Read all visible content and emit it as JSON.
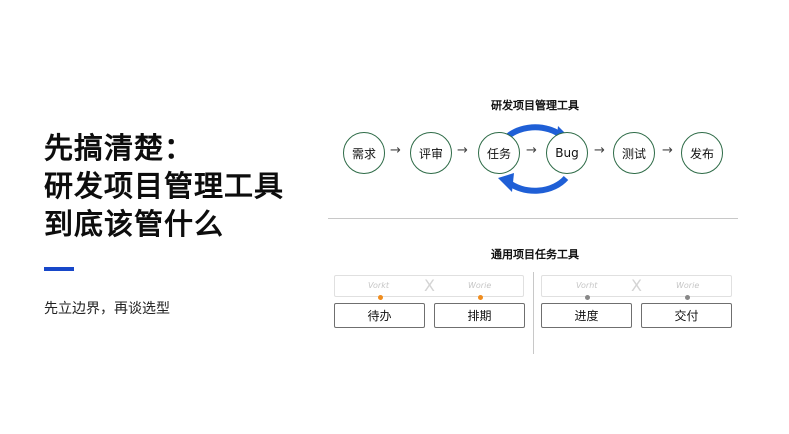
{
  "heading": {
    "line1": "先搞清楚：",
    "line2": "研发项目管理工具",
    "line3": "到底该管什么"
  },
  "subtitle": "先立边界，再谈选型",
  "flow": {
    "title": "研发项目管理工具",
    "nodes": [
      "需求",
      "评审",
      "任务",
      "Bug",
      "测试",
      "发布"
    ],
    "arrow_glyph": "→",
    "cycle_color": "#1f5fd6",
    "node_border_color": "#2e6b47"
  },
  "task_tools": {
    "title": "通用项目任务工具",
    "faint_labels": [
      "Vorkt",
      "Worie",
      "Vorht",
      "Worie"
    ],
    "x_glyph": "X",
    "items": [
      "待办",
      "排期",
      "进度",
      "交付"
    ],
    "left_dot_color": "#f08c1d",
    "right_dot_color": "#888888"
  },
  "accent_color": "#1747c9"
}
